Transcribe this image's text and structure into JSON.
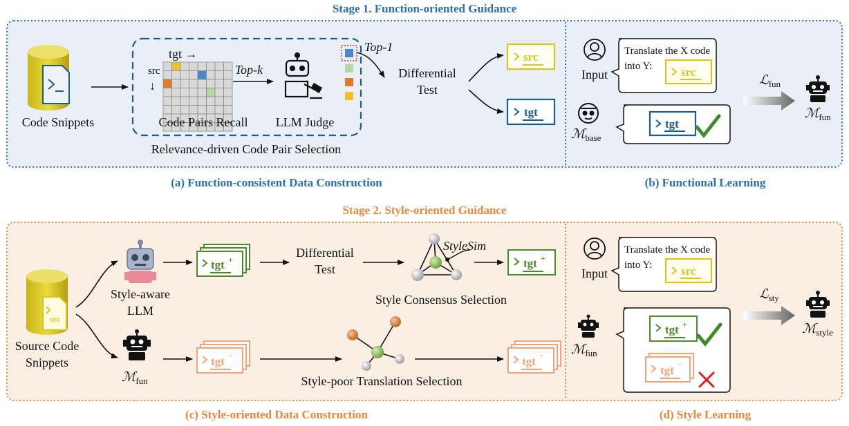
{
  "stage1": {
    "title": "Stage 1. Function-oriented Guidance",
    "panel_a": {
      "code_snippets": "Code Snippets",
      "tgt_axis": "tgt →",
      "src_axis": "src",
      "src_arrow": "↓",
      "top_k": "Top-k",
      "code_pairs_recall": "Code Pairs Recall",
      "llm_judge": "LLM Judge",
      "top_1": "Top-1",
      "differential_test_1": "Differential",
      "differential_test_2": "Test",
      "src_box": "src",
      "tgt_box": "tgt",
      "relevance": "Relevance-driven Code Pair Selection",
      "caption": "(a) Function-consistent Data Construction"
    },
    "panel_b": {
      "input": "Input",
      "prompt_1": "Translate the X code",
      "prompt_2": "into Y:",
      "src_box": "src",
      "tgt_box": "tgt",
      "loss": "ℒ",
      "loss_sub": "fun",
      "model_in": "ℳ",
      "model_in_sub": "base",
      "model_out": "ℳ",
      "model_out_sub": "fun",
      "caption": "(b) Functional Learning"
    }
  },
  "stage2": {
    "title": "Stage 2. Style-oriented Guidance",
    "panel_c": {
      "style_aware_1": "Style-aware",
      "style_aware_2": "LLM",
      "tgt_plus": "tgt",
      "plus": "+",
      "differential_1": "Differential",
      "differential_2": "Test",
      "stylesim": "StyleSim",
      "consensus": "Style Consensus Selection",
      "source_1": "Source Code",
      "source_2": "Snippets",
      "src_doc": "src",
      "model": "ℳ",
      "model_sub": "fun",
      "tgt_minus": "tgt",
      "minus": "-",
      "poor": "Style-poor Translation Selection",
      "caption": "(c) Style-oriented Data Construction"
    },
    "panel_d": {
      "input": "Input",
      "prompt_1": "Translate the X code",
      "prompt_2": "into Y:",
      "src_box": "src",
      "tgt_plus": "tgt",
      "plus": "+",
      "tgt_minus": "tgt",
      "minus": "-",
      "loss": "ℒ",
      "loss_sub": "sty",
      "model_in": "ℳ",
      "model_in_sub": "fun",
      "model_out": "ℳ",
      "model_out_sub": "style",
      "caption": "(d) Style Learning"
    }
  },
  "colors": {
    "blue": "#1f5c8a",
    "orange": "#e8873a",
    "yellow": "#d8c619",
    "green": "#4e8a2c",
    "light_orange": "#f0a477",
    "panel_blue_bg": "#e6eef6",
    "panel_orange_bg": "#fbeee3"
  }
}
